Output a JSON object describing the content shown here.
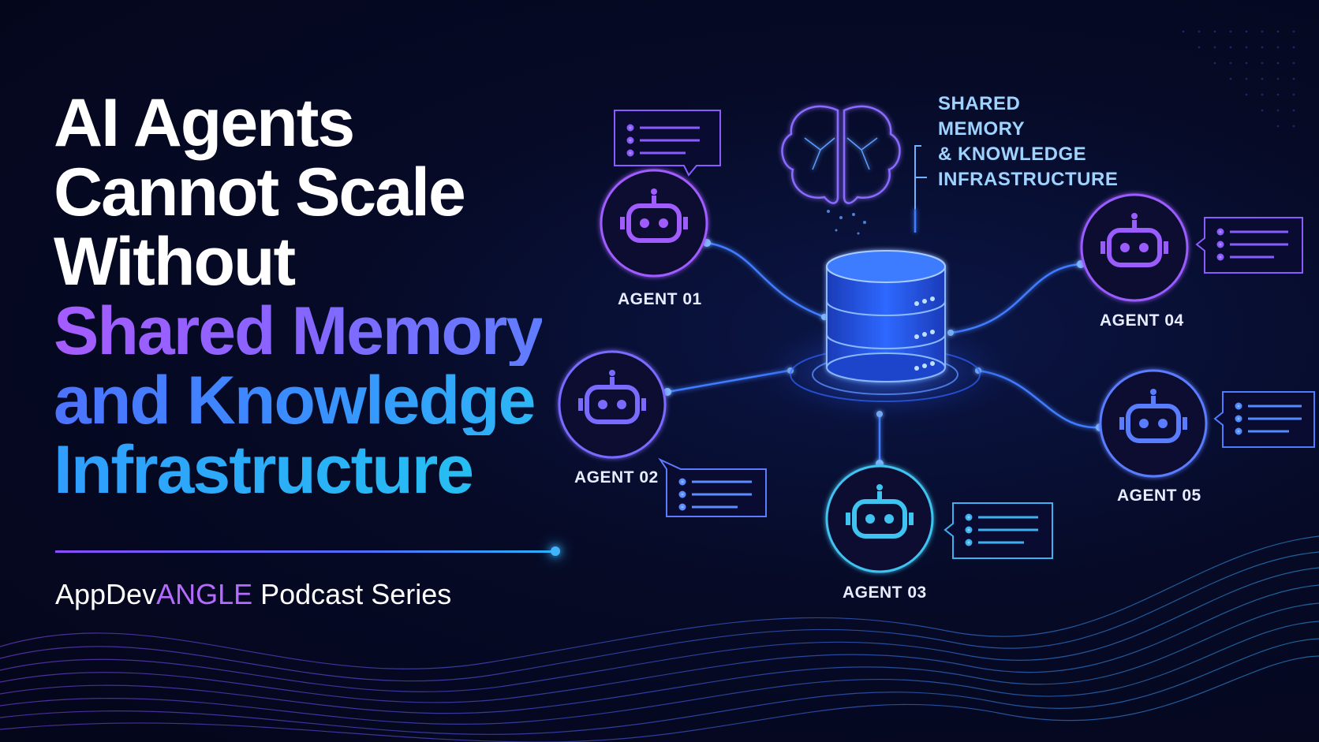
{
  "headline": {
    "line1": "AI Agents",
    "line2": "Cannot Scale",
    "line3": "Without",
    "line4": "Shared Memory",
    "line5": "and Knowledge",
    "line6": "Infrastructure"
  },
  "series": {
    "prefix": "AppDev",
    "accent": "ANGLE",
    "suffix": " Podcast Series"
  },
  "infra_label": {
    "line1": "SHARED",
    "line2": "MEMORY",
    "line3": "& KNOWLEDGE",
    "line4": "INFRASTRUCTURE"
  },
  "agents": [
    {
      "label": "AGENT 01",
      "color": "#a05cff"
    },
    {
      "label": "AGENT 02",
      "color": "#7a6bff"
    },
    {
      "label": "AGENT 03",
      "color": "#3fc3f0"
    },
    {
      "label": "AGENT 04",
      "color": "#9b5cff"
    },
    {
      "label": "AGENT 05",
      "color": "#5a7dff"
    }
  ],
  "colors": {
    "background": "#04061a",
    "purple_accent": "#a65cff",
    "blue_accent": "#3a8dff",
    "cyan_accent": "#25c3ef",
    "hub_glow": "#2f6bff"
  },
  "icons": [
    "brain-icon",
    "database-icon",
    "robot-icon",
    "chat-bubble-icon"
  ]
}
